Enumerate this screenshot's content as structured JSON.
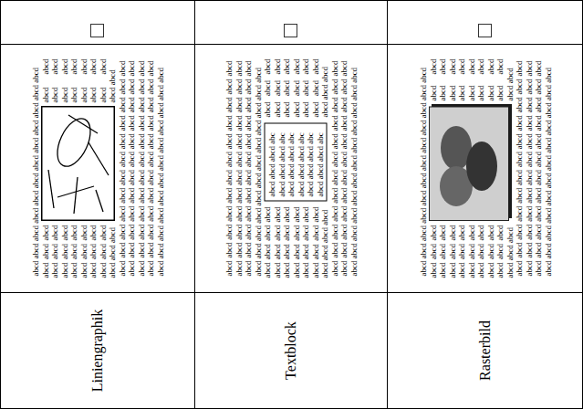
{
  "diagram": {
    "nodes": [
      {
        "text": [
          "abcd abcd abcd abc abcd abcd abcd abc abcd abcd abcd abc abcd abcd abcd abc abcd abcd abcd abc abcd abcd abcd abc"
        ]
      }
    ],
    "labels": [
      "abcd abcd abcd abcd abcd abcd abcd abcd abcd abcd abcd abcd",
      "abcd abcd abcd abcd abcd abcd abcd abcd abcd abcd abcd abcd abcd abcd abcd abcd abcd abcd abcd abcd abcd abcd abcd abcd",
      "abcd abcd abcd abcd abcd abcd abcd abcd abcd abcd abcd abcd abcd abcd abcd abcd",
      "abcd abcd abcd abcd abcd abcd abcd abcd abcd abcd abcd abcd abcd abcd abcd abcd abcd abcd abcd abcd abcd abcd abcd abcd abcd abcd abcd abcd abcd abcd abcd abcd abcd abcd abcd abcd abcd abcd abcd abcd abcd abcd abcd abcd abcd abcd abcd abcd abcd abcd abcd abcd abcd abcd abcd abcd abcd abcd abcd abcd",
      "abcd abcd abcd abcd abcd abcd abcd abcd abcd abcd abcd abcd abcd abcd abcd abcd abcd abcd abcd abcd abcd abcd abcd abcd abcd abcd abcd abcd abcd abcd abcd abcd abcd abcd abcd abcd abcd abcd abcd abcd abcd abcd abcd abcd abcd abcd abcd abcd",
      "abcd abcd abcd abcd abcd abcd abcd abcd abcd abcd abcd abcd abcd abcd abcd abcd abcd abcd abcd abcd abcd abcd abcd abcd abcd abcd abcd abcd",
      "abcd abcd abcd abcd abcd abcd abcd abcd abcd abcd abcd abcd abcd abcd abcd abcd abcd abcd abcd abcd abcd",
      "abcd abcd abcd abcd abcd abcd abcd abcd abcd abcd abcd abcd abcd abcd abcd abcd abcd abcd abcd abcd abcd abcd abcd abcd abcd abcd abcd abcd abcd abcd abcd abcd abcd abcd abcd abcd",
      "abcd abcd abcd abcd abcd abcd abcd abcd abcd abcd abcd abcd",
      "abcd abcd abcd abcd abcd abcd abcd abcd abcd abcd abcd abcd abcd abcd abcd abcd abcd abcd abcd abcd abcd abcd abcd abcd abcd abcd abcd",
      "abcd abcd abcd abcd abcd abcd abcd abcd abcd abcd abcd abcd abcd abcd abcd abcd abcd abcd",
      "abcd abcd abcd abcd abcd abcd abcd abcd abcd abcd abcd abcd abcd abcd abcd abcd abcd abcd abcd abcd abcd abcd abcd abcd abcd abcd abcd abcd abcd abcd abcd abcd abcd abcd abcd abcd abcd abcd abcd abcd abcd abcd abcd abcd abcd abcd abcd abcd",
      "Liniengraphik",
      "Textblock",
      "Rasterbild"
    ]
  }
}
